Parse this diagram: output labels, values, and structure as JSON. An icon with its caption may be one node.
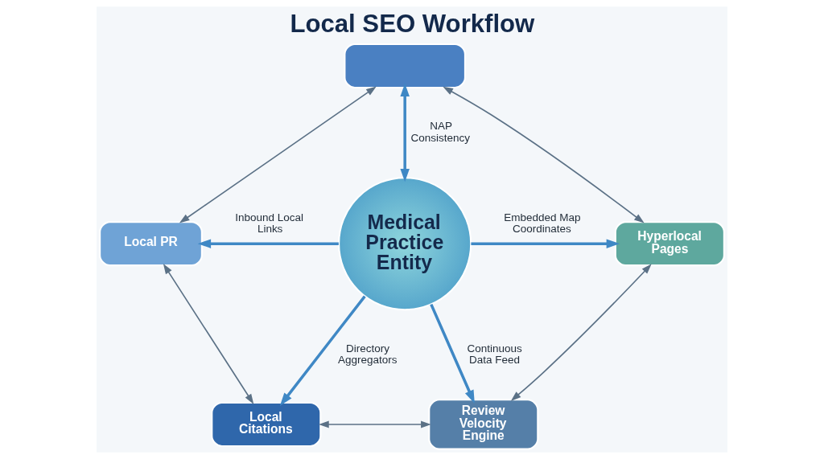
{
  "diagram": {
    "title": "Local SEO Workflow",
    "nodes": [
      {
        "text": [],
        "shape": "box"
      },
      {
        "text": [
          "Local PR"
        ]
      },
      {
        "text": [
          "Hyperlocal Pages"
        ]
      },
      {
        "text": [
          "Medical Practice Entity"
        ]
      },
      {
        "text": [
          "Local Citations"
        ]
      },
      {
        "text": [
          "Review Velocity Engine"
        ]
      }
    ],
    "edges": [
      {
        "from": 3,
        "to": 0,
        "arrow": "both",
        "label": "NAP Consistency",
        "style": "thick",
        "color": "#3f88c5"
      },
      {
        "from": 3,
        "to": 2,
        "arrow": "to",
        "label": "Embedded Map Coordinates",
        "style": "thick",
        "color": "#3f88c5"
      },
      {
        "from": 3,
        "to": 5,
        "arrow": "to",
        "label": "Continuous Data Feed",
        "style": "thick",
        "color": "#3f88c5"
      },
      {
        "from": 3,
        "to": 4,
        "arrow": "to",
        "label": "Directory Aggregators",
        "style": "thick",
        "color": "#3f88c5"
      },
      {
        "from": 3,
        "to": 1,
        "arrow": "to",
        "label": "Inbound Local Links",
        "style": "thick",
        "color": "#3f88c5"
      },
      {
        "from": 0,
        "to": 2,
        "arrow": "both"
      },
      {
        "from": 2,
        "to": 5,
        "arrow": "both"
      },
      {
        "from": 4,
        "to": 5,
        "arrow": "both"
      },
      {
        "from": 1,
        "to": 4,
        "arrow": "both"
      },
      {
        "from": 0,
        "to": 1,
        "arrow": "both"
      }
    ]
  }
}
